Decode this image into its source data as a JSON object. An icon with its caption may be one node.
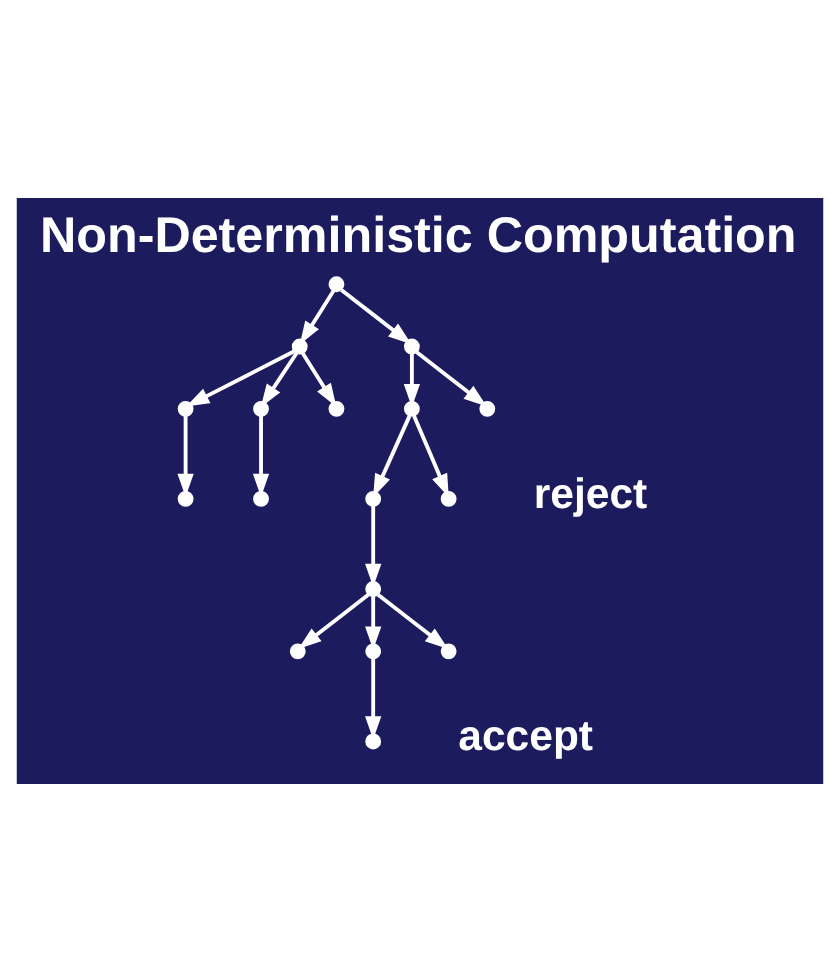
{
  "diagram": {
    "title": "Non-Deterministic Computation",
    "nodes": [
      {
        "text": [],
        "shape": "circle"
      },
      {
        "text": [],
        "shape": "circle"
      },
      {
        "text": [],
        "shape": "circle"
      },
      {
        "text": [],
        "shape": "circle"
      },
      {
        "text": [],
        "shape": "circle"
      },
      {
        "text": [],
        "shape": "circle"
      },
      {
        "text": [],
        "shape": "circle"
      },
      {
        "text": [],
        "shape": "circle"
      },
      {
        "text": [],
        "shape": "circle"
      },
      {
        "text": [],
        "shape": "circle"
      },
      {
        "text": [],
        "shape": "circle"
      },
      {
        "text": [],
        "shape": "circle",
        "beside": [
          "reject"
        ]
      },
      {
        "text": [],
        "shape": "circle"
      },
      {
        "text": [],
        "shape": "circle"
      },
      {
        "text": [],
        "shape": "circle"
      },
      {
        "text": [],
        "shape": "circle"
      },
      {
        "text": [],
        "shape": "circle",
        "beside": [
          "accept"
        ]
      }
    ],
    "edges": [
      {
        "from": 0,
        "to": 1,
        "arrow": "to"
      },
      {
        "from": 0,
        "to": 2,
        "arrow": "to"
      },
      {
        "from": 1,
        "to": 3,
        "arrow": "to"
      },
      {
        "from": 1,
        "to": 4,
        "arrow": "to"
      },
      {
        "from": 1,
        "to": 5,
        "arrow": "to"
      },
      {
        "from": 2,
        "to": 6,
        "arrow": "to"
      },
      {
        "from": 2,
        "to": 7,
        "arrow": "to"
      },
      {
        "from": 3,
        "to": 8,
        "arrow": "to"
      },
      {
        "from": 4,
        "to": 9,
        "arrow": "to"
      },
      {
        "from": 6,
        "to": 10,
        "arrow": "to"
      },
      {
        "from": 6,
        "to": 11,
        "arrow": "to"
      },
      {
        "from": 10,
        "to": 12,
        "arrow": "to"
      },
      {
        "from": 12,
        "to": 13,
        "arrow": "to"
      },
      {
        "from": 12,
        "to": 14,
        "arrow": "to"
      },
      {
        "from": 12,
        "to": 15,
        "arrow": "to"
      },
      {
        "from": 14,
        "to": 16,
        "arrow": "to"
      }
    ]
  }
}
